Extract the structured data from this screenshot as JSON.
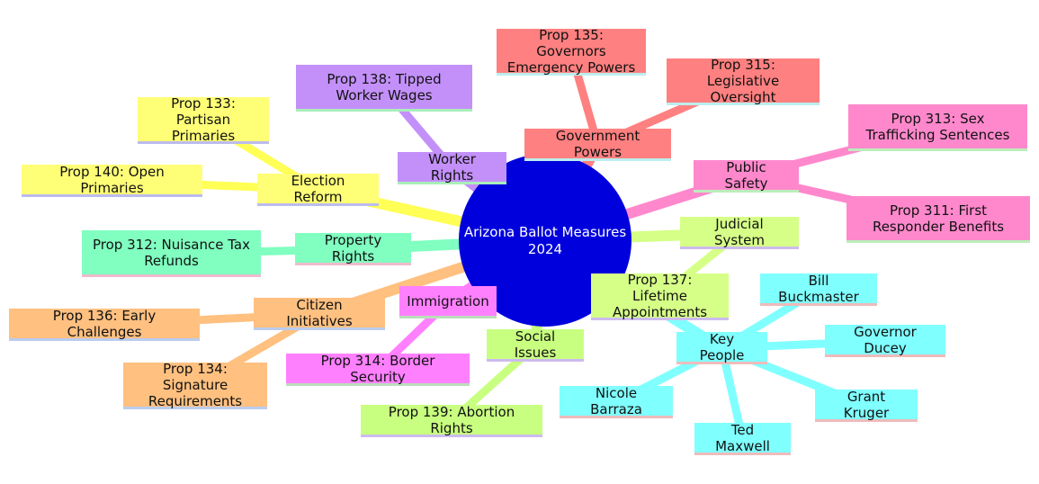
{
  "root": {
    "label": "Arizona Ballot Measures 2024",
    "color": "#0000dd"
  },
  "branches": [
    {
      "id": "election-reform",
      "label": "Election Reform",
      "color": "#ffff77",
      "edge": "#ffff55",
      "shadow": "#bbbbee",
      "leaves": [
        "Prop 133: Partisan Primaries",
        "Prop 140: Open Primaries"
      ]
    },
    {
      "id": "worker-rights",
      "label": "Worker Rights",
      "color": "#c390f9",
      "edge": "#c390f9",
      "shadow": "#aaeebb",
      "leaves": [
        "Prop 138: Tipped Worker Wages"
      ]
    },
    {
      "id": "government-powers",
      "label": "Government Powers",
      "color": "#ff8080",
      "edge": "#ff8080",
      "shadow": "#bbeeee",
      "leaves": [
        "Prop 135: Governors Emergency Powers",
        "Prop 315: Legislative Oversight"
      ]
    },
    {
      "id": "public-safety",
      "label": "Public Safety",
      "color": "#ff88cc",
      "edge": "#ff88cc",
      "shadow": "#bbeebb",
      "leaves": [
        "Prop 313: Sex Trafficking Sentences",
        "Prop 311: First Responder Benefits"
      ]
    },
    {
      "id": "judicial-system",
      "label": "Judicial System",
      "color": "#d6ff88",
      "edge": "#d6ff88",
      "shadow": "#ccbbee",
      "leaves": [
        "Prop 137: Lifetime Appointments"
      ]
    },
    {
      "id": "key-people",
      "label": "Key People",
      "color": "#80ffff",
      "edge": "#80ffff",
      "shadow": "#eebbbb",
      "leaves": [
        "Bill Buckmaster",
        "Governor Ducey",
        "Grant Kruger",
        "Ted Maxwell",
        "Nicole Barraza"
      ]
    },
    {
      "id": "property-rights",
      "label": "Property Rights",
      "color": "#80ffc0",
      "edge": "#80ffc0",
      "shadow": "#eebbcc",
      "leaves": [
        "Prop 312: Nuisance Tax Refunds"
      ]
    },
    {
      "id": "citizen-initiatives",
      "label": "Citizen Initiatives",
      "color": "#ffc080",
      "edge": "#ffc080",
      "shadow": "#bbccee",
      "leaves": [
        "Prop 136: Early Challenges",
        "Prop 134: Signature Requirements"
      ]
    },
    {
      "id": "immigration",
      "label": "Immigration",
      "color": "#ff80ff",
      "edge": "#ff80ff",
      "shadow": "#bbddbb",
      "leaves": [
        "Prop 314: Border Security"
      ]
    },
    {
      "id": "social-issues",
      "label": "Social Issues",
      "color": "#c8ff80",
      "edge": "#c8ff80",
      "shadow": "#ccbbee",
      "leaves": [
        "Prop 139: Abortion Rights"
      ]
    }
  ]
}
